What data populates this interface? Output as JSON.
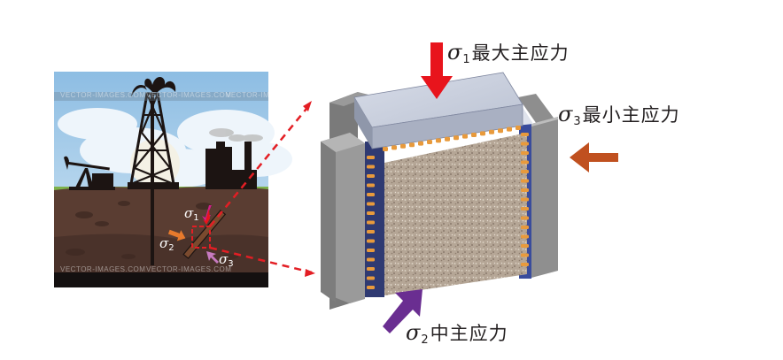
{
  "figure": {
    "title": "Oilfield stress state and true triaxial loading apparatus",
    "scene": {
      "watermark": "VECTOR-IMAGES.COM",
      "inset_labels": [
        {
          "symbol": "σ",
          "sub": "1"
        },
        {
          "symbol": "σ",
          "sub": "2"
        },
        {
          "symbol": "σ",
          "sub": "3"
        }
      ]
    },
    "stresses": [
      {
        "id": "sigma1",
        "symbol": "σ",
        "sub": "1",
        "text": "最大主应力",
        "meaning": "maximum principal stress",
        "arrow_color": "#e8141c",
        "direction": "down"
      },
      {
        "id": "sigma3",
        "symbol": "σ",
        "sub": "3",
        "text": "最小主应力",
        "meaning": "minimum principal stress",
        "arrow_color": "#c0501f",
        "direction": "left"
      },
      {
        "id": "sigma2",
        "symbol": "σ",
        "sub": "2",
        "text": "中主应力",
        "meaning": "intermediate principal stress",
        "arrow_color": "#6a2e91",
        "direction": "up-right"
      }
    ],
    "colors": {
      "sky": "#b9d7ec",
      "ground": "#5a3d32",
      "ground_dark": "#4a322a",
      "grass": "#7db24a",
      "silhouette": "#1c1412",
      "callout": "#e31e24",
      "frame_gray": "#9a9a9a",
      "platen": "#c9cfdc",
      "rock": "#b8a898",
      "piston_orange": "#e89a3c",
      "piston_blue": "#3a4c9c",
      "inset_sigma1_arrow": "#d0208a",
      "inset_sigma2_arrow": "#e87a2c",
      "inset_sigma3_arrow": "#c77ac0",
      "wellbore": "#7a4a2e"
    }
  }
}
